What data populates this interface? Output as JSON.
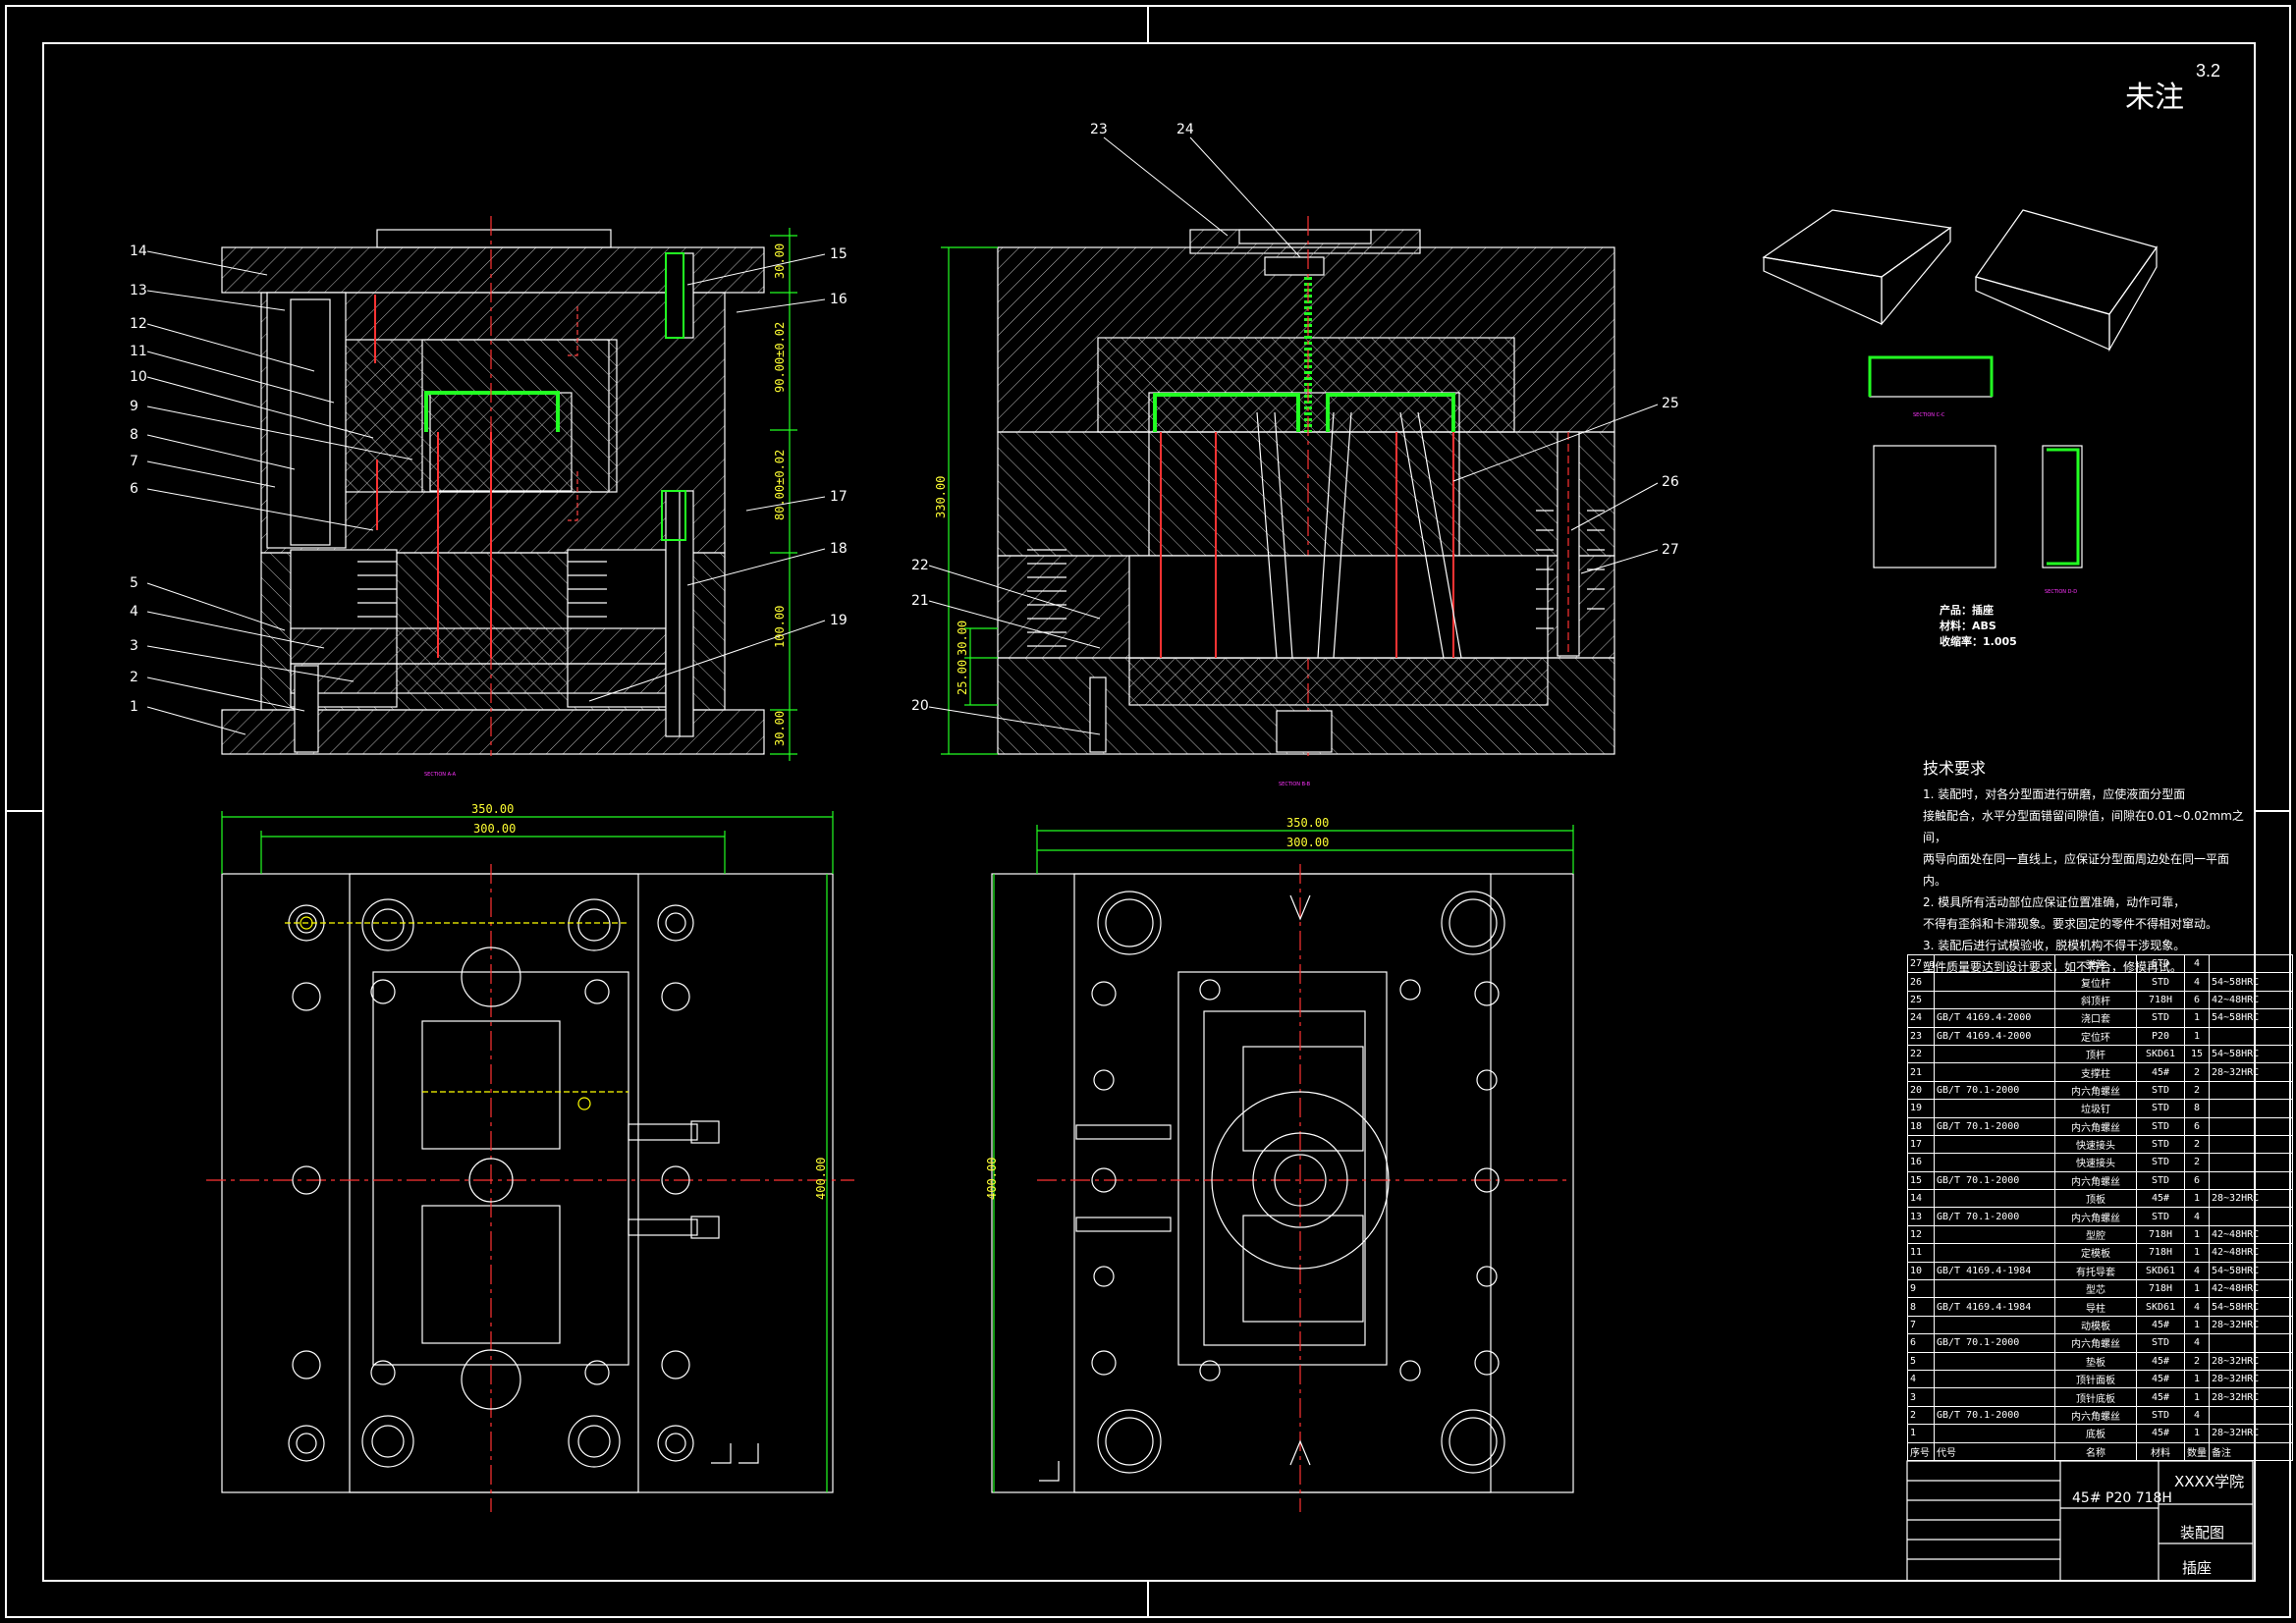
{
  "note": {
    "label": "未注",
    "roughness": "3.2"
  },
  "callouts": [
    "1",
    "2",
    "3",
    "4",
    "5",
    "6",
    "7",
    "8",
    "9",
    "10",
    "11",
    "12",
    "13",
    "14",
    "15",
    "16",
    "17",
    "18",
    "19",
    "20",
    "21",
    "22",
    "23",
    "24",
    "25",
    "26",
    "27"
  ],
  "dimensions": {
    "left_section": [
      "30.00",
      "90.00±0.02",
      "80.00±0.02",
      "100.00",
      "30.00"
    ],
    "right_section": [
      "330.00",
      "25.00",
      "30.00"
    ],
    "left_plan": [
      "350.00",
      "300.00",
      "400.00"
    ],
    "right_plan": [
      "350.00",
      "300.00",
      "400.00"
    ]
  },
  "section_labels": {
    "left": "SECTION A-A",
    "right": "SECTION B-B",
    "view_c": "SECTION C-C",
    "view_d": "SECTION D-D"
  },
  "product": {
    "name": "产品：插座",
    "material": "材料：ABS",
    "shrink": "收缩率：1.005"
  },
  "tech_requirements": {
    "title": "技术要求",
    "lines": [
      "1. 装配时，对各分型面进行研磨，应使液面分型面",
      "接触配合，水平分型面错留间隙值，间隙在0.01~0.02mm之间，",
      "两导向面处在同一直线上，应保证分型面周边处在同一平面内。",
      "2. 模具所有活动部位应保证位置准确，动作可靠，",
      "不得有歪斜和卡滞现象。要求固定的零件不得相对窜动。",
      "3. 装配后进行试模验收，脱模机构不得干涉现象。",
      "塑件质量要达到设计要求，如不符合，修模再试。"
    ]
  },
  "bom": {
    "header": {
      "no": "序号",
      "code": "代号",
      "name": "名称",
      "material": "材料",
      "qty": "数量",
      "remark": "备注"
    },
    "rows": [
      {
        "no": "27",
        "code": "",
        "name": "弹簧",
        "material": "STD",
        "qty": "4",
        "remark": ""
      },
      {
        "no": "26",
        "code": "",
        "name": "复位杆",
        "material": "STD",
        "qty": "4",
        "remark": "54~58HRC"
      },
      {
        "no": "25",
        "code": "",
        "name": "斜顶杆",
        "material": "718H",
        "qty": "6",
        "remark": "42~48HRC"
      },
      {
        "no": "24",
        "code": "GB/T 4169.4-2000",
        "name": "浇口套",
        "material": "STD",
        "qty": "1",
        "remark": "54~58HRC"
      },
      {
        "no": "23",
        "code": "GB/T 4169.4-2000",
        "name": "定位环",
        "material": "P20",
        "qty": "1",
        "remark": ""
      },
      {
        "no": "22",
        "code": "",
        "name": "顶杆",
        "material": "SKD61",
        "qty": "15",
        "remark": "54~58HRC"
      },
      {
        "no": "21",
        "code": "",
        "name": "支撑柱",
        "material": "45#",
        "qty": "2",
        "remark": "28~32HRC"
      },
      {
        "no": "20",
        "code": "GB/T 70.1-2000",
        "name": "内六角螺丝",
        "material": "STD",
        "qty": "2",
        "remark": ""
      },
      {
        "no": "19",
        "code": "",
        "name": "垃圾钉",
        "material": "STD",
        "qty": "8",
        "remark": ""
      },
      {
        "no": "18",
        "code": "GB/T 70.1-2000",
        "name": "内六角螺丝",
        "material": "STD",
        "qty": "6",
        "remark": ""
      },
      {
        "no": "17",
        "code": "",
        "name": "快速接头",
        "material": "STD",
        "qty": "2",
        "remark": ""
      },
      {
        "no": "16",
        "code": "",
        "name": "快速接头",
        "material": "STD",
        "qty": "2",
        "remark": ""
      },
      {
        "no": "15",
        "code": "GB/T 70.1-2000",
        "name": "内六角螺丝",
        "material": "STD",
        "qty": "6",
        "remark": ""
      },
      {
        "no": "14",
        "code": "",
        "name": "顶板",
        "material": "45#",
        "qty": "1",
        "remark": "28~32HRC"
      },
      {
        "no": "13",
        "code": "GB/T 70.1-2000",
        "name": "内六角螺丝",
        "material": "STD",
        "qty": "4",
        "remark": ""
      },
      {
        "no": "12",
        "code": "",
        "name": "型腔",
        "material": "718H",
        "qty": "1",
        "remark": "42~48HRC"
      },
      {
        "no": "11",
        "code": "",
        "name": "定模板",
        "material": "718H",
        "qty": "1",
        "remark": "42~48HRC"
      },
      {
        "no": "10",
        "code": "GB/T 4169.4-1984",
        "name": "有托导套",
        "material": "SKD61",
        "qty": "4",
        "remark": "54~58HRC"
      },
      {
        "no": "9",
        "code": "",
        "name": "型芯",
        "material": "718H",
        "qty": "1",
        "remark": "42~48HRC"
      },
      {
        "no": "8",
        "code": "GB/T 4169.4-1984",
        "name": "导柱",
        "material": "SKD61",
        "qty": "4",
        "remark": "54~58HRC"
      },
      {
        "no": "7",
        "code": "",
        "name": "动模板",
        "material": "45#",
        "qty": "1",
        "remark": "28~32HRC"
      },
      {
        "no": "6",
        "code": "GB/T 70.1-2000",
        "name": "内六角螺丝",
        "material": "STD",
        "qty": "4",
        "remark": ""
      },
      {
        "no": "5",
        "code": "",
        "name": "垫板",
        "material": "45#",
        "qty": "2",
        "remark": "28~32HRC"
      },
      {
        "no": "4",
        "code": "",
        "name": "顶针面板",
        "material": "45#",
        "qty": "1",
        "remark": "28~32HRC"
      },
      {
        "no": "3",
        "code": "",
        "name": "顶针底板",
        "material": "45#",
        "qty": "1",
        "remark": "28~32HRC"
      },
      {
        "no": "2",
        "code": "GB/T 70.1-2000",
        "name": "内六角螺丝",
        "material": "STD",
        "qty": "4",
        "remark": ""
      },
      {
        "no": "1",
        "code": "",
        "name": "底板",
        "material": "45#",
        "qty": "1",
        "remark": "28~32HRC"
      }
    ]
  },
  "title_block": {
    "materials": "45# P20 718H",
    "school": "XXXX学院",
    "drawing": "装配图",
    "part": "插座"
  }
}
